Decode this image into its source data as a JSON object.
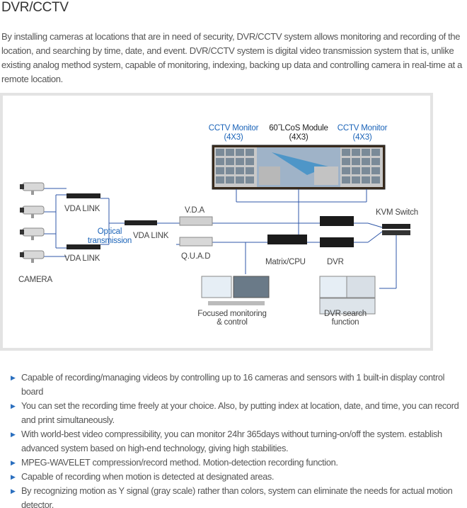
{
  "page": {
    "title": "DVR/CCTV",
    "intro": "By installing cameras at locations that are in need of security, DVR/CCTV system allows monitoring and recording of the location, and searching by time, date, and event. DVR/CCTV system is digital video transmission system that is, unlike existing analog method system, capable of monitoring, indexing, backing up data and controlling camera in real-time at a remote location."
  },
  "diagram": {
    "cctv_monitor_left": {
      "line1": "CCTV Monitor",
      "line2": "(4X3)"
    },
    "lcos_module": {
      "line1": "60˝LCoS Module",
      "line2": "(4X3)"
    },
    "cctv_monitor_right": {
      "line1": "CCTV Monitor",
      "line2": "(4X3)"
    },
    "vda_link_top": "VDA LINK",
    "vda_link_bottom": "VDA LINK",
    "vda_link_mid": "VDA LINK",
    "optical": {
      "line1": "Optical",
      "line2": "transmission"
    },
    "camera": "CAMERA",
    "vda": "V.D.A",
    "quad": "Q.U.A.D",
    "matrix": "Matrix/CPU",
    "dvr": "DVR",
    "kvm": "KVM Switch",
    "focused": {
      "line1": "Focused monitoring",
      "line2": "& control"
    },
    "dvr_search": {
      "line1": "DVR search",
      "line2": "function"
    },
    "colors": {
      "accent_blue": "#1a63b8",
      "line_blue": "#2f57a8",
      "frame_gray": "#e3e3e3"
    }
  },
  "features": [
    "Capable of recording/managing videos by controlling up to 16 cameras and sensors with 1 built-in display control board",
    "You can set the recording time freely at your choice. Also, by putting index at location, date, and time, you can record and print simultaneously.",
    "With world-best video compressibility, you can monitor 24hr 365days without turning-on/off the system. establish advanced system based on high-end technology, giving high stabilities.",
    "MPEG-WAVELET compression/record method. Motion-detection recording function.",
    "Capable of recording when motion is detected at designated areas.",
    "By recognizing motion as Y signal (gray scale) rather than colors, system can eliminate the needs for actual motion detector."
  ],
  "bullet_icon": "triangle-right-icon"
}
